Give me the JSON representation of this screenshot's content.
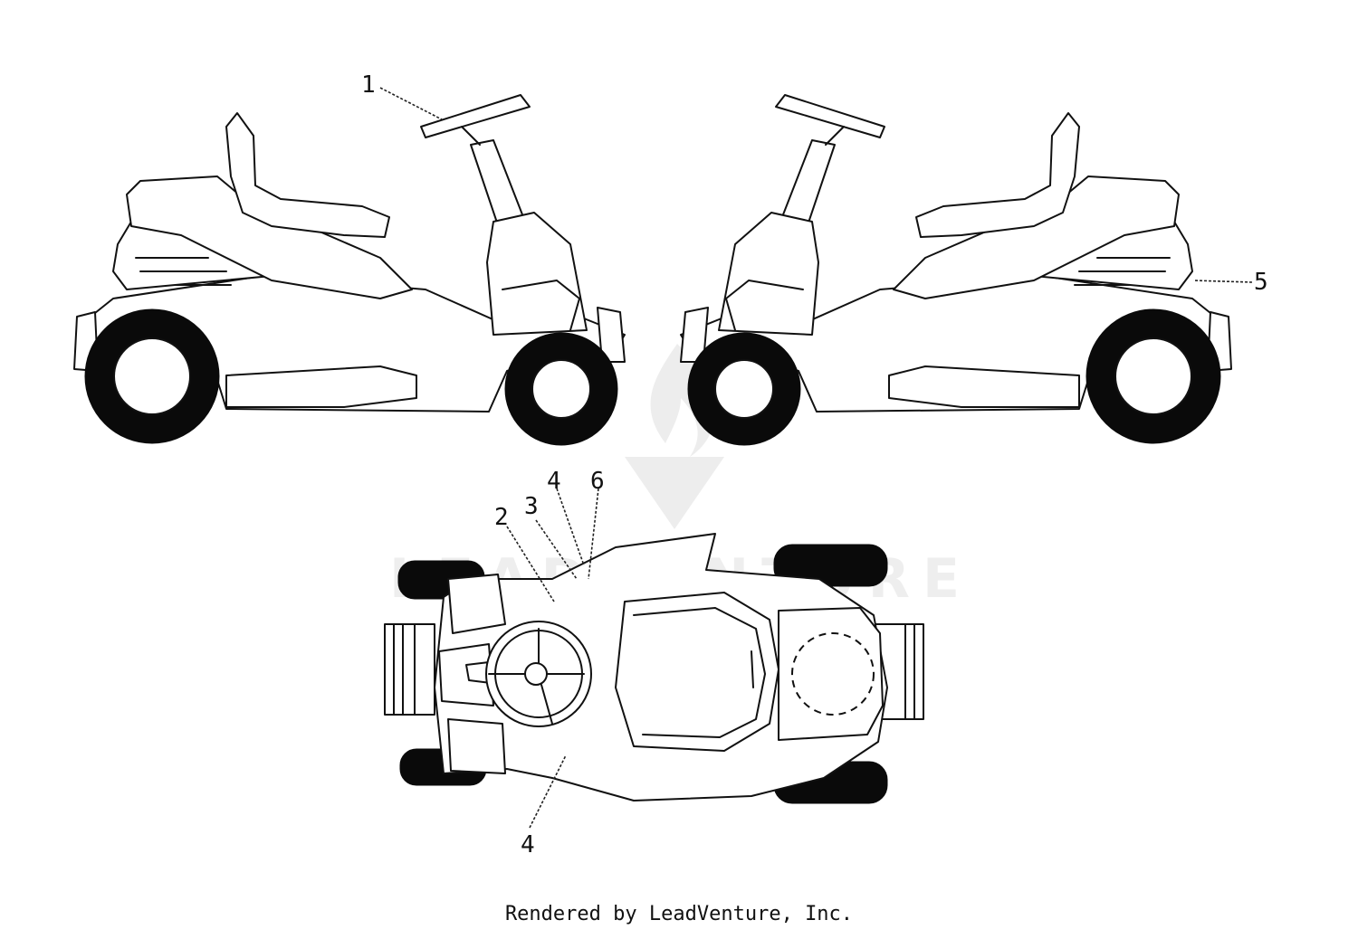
{
  "callouts": [
    {
      "id": "1",
      "label": "1"
    },
    {
      "id": "5",
      "label": "5"
    },
    {
      "id": "2",
      "label": "2"
    },
    {
      "id": "3",
      "label": "3"
    },
    {
      "id": "4a",
      "label": "4"
    },
    {
      "id": "6",
      "label": "6"
    },
    {
      "id": "4b",
      "label": "4"
    }
  ],
  "watermark": {
    "text": "LEADVENTURE",
    "icon": "leadventure-flame-logo"
  },
  "footer": {
    "text": "Rendered by LeadVenture, Inc."
  }
}
